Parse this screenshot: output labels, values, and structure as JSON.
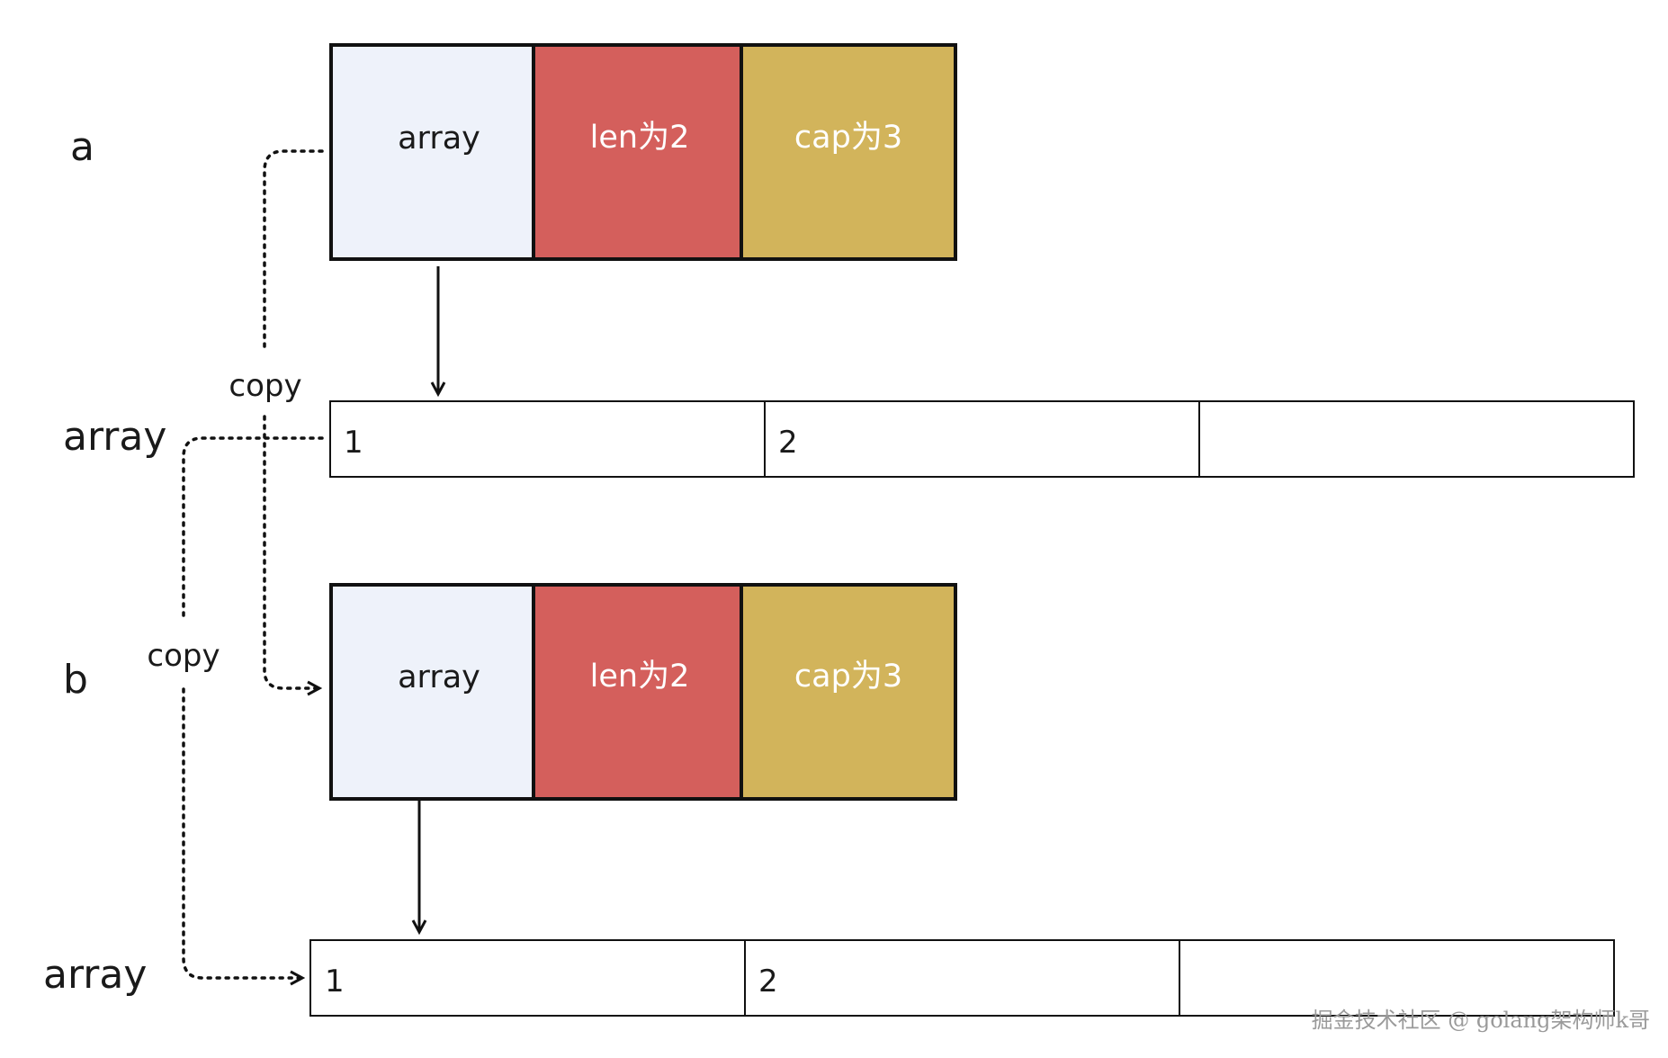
{
  "labels": {
    "a": "a",
    "b": "b",
    "array_top": "array",
    "array_bottom": "array",
    "copy_top": "copy",
    "copy_bottom": "copy"
  },
  "slice_a": {
    "array": "array",
    "len": "len为2",
    "cap": "cap为3"
  },
  "slice_b": {
    "array": "array",
    "len": "len为2",
    "cap": "cap为3"
  },
  "array_a": {
    "cells": [
      "1",
      "2",
      ""
    ]
  },
  "array_b": {
    "cells": [
      "1",
      "2",
      ""
    ]
  },
  "watermark": "掘金技术社区 @ golang架构师k哥",
  "colors": {
    "array_field": "#eef2fa",
    "len_field": "#d45f5c",
    "cap_field": "#d2b45b",
    "stroke": "#111111",
    "dark_text": "#1a1a1a",
    "light_text": "#ffffff"
  }
}
